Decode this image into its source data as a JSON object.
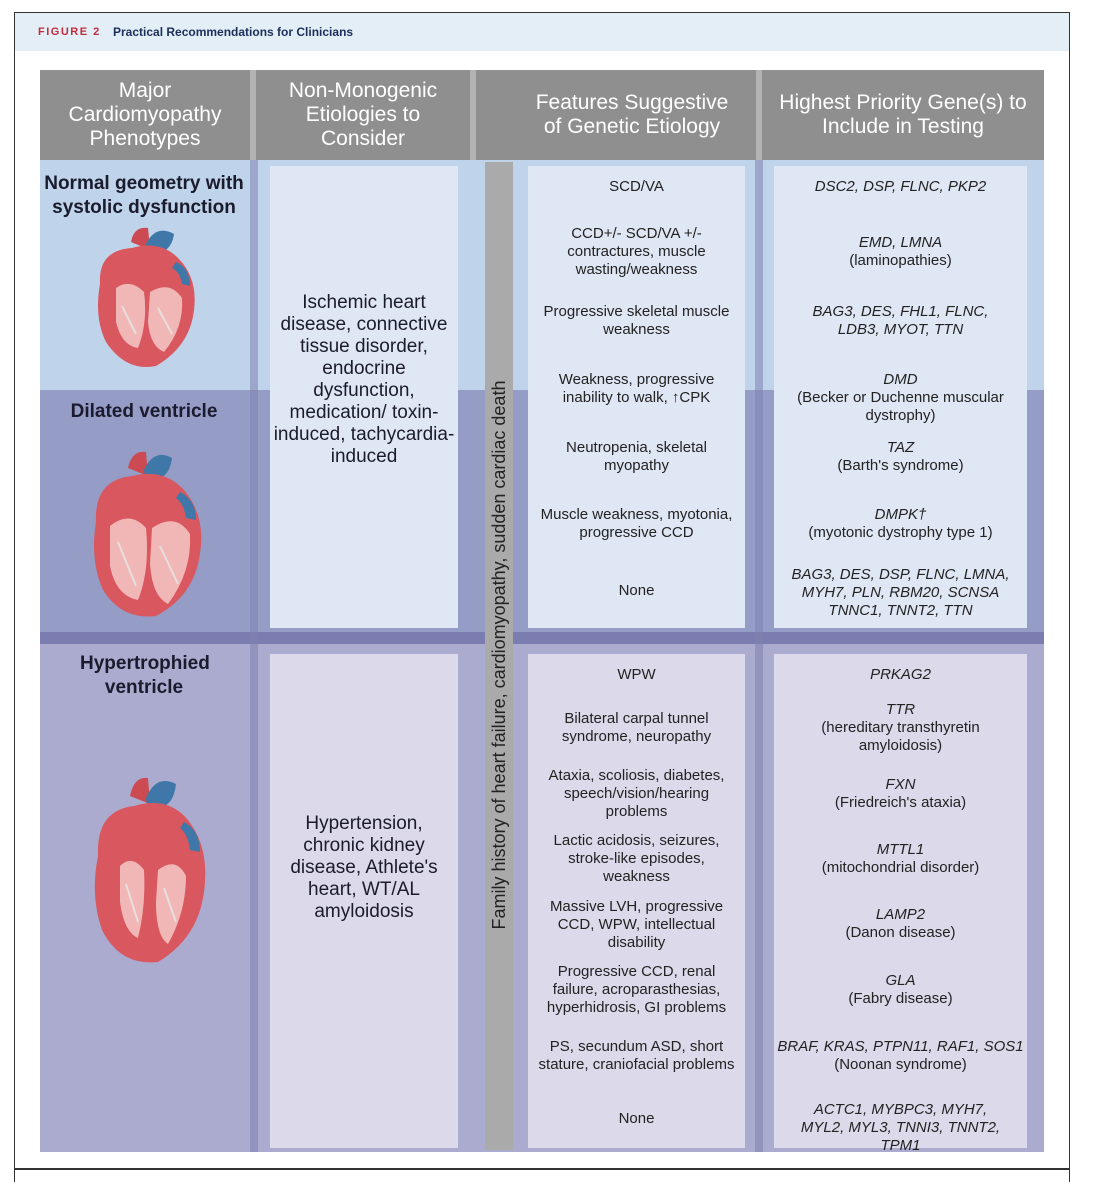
{
  "figure": {
    "label": "FIGURE 2",
    "title": "Practical Recommendations for Clinicians"
  },
  "headers": [
    "Major Cardiomyopathy Phenotypes",
    "Non-Monogenic Etiologies to Consider",
    "Features Suggestive of Genetic Etiology",
    "Highest Priority Gene(s) to Include in Testing"
  ],
  "phenotypes": {
    "normal": "Normal geometry with systolic dysfunction",
    "dilated": "Dilated ventricle",
    "hypertrophied": "Hypertrophied ventricle"
  },
  "etiologies": {
    "dilated": "Ischemic heart disease, connective tissue disorder, endocrine dysfunction, medication/ toxin-induced, tachycardia-induced",
    "hypertrophied": "Hypertension, chronic kidney disease, Athlete's heart, WT/AL amyloidosis"
  },
  "family_history": "Family history of heart failure, cardiomyopathy, sudden cardiac death",
  "rows_dilated": [
    {
      "feature": "SCD/VA",
      "genes": "DSC2, DSP, FLNC, PKP2",
      "disease": ""
    },
    {
      "feature": "CCD+/- SCD/VA +/- contractures, muscle wasting/weakness",
      "genes": "EMD, LMNA",
      "disease": "(laminopathies)"
    },
    {
      "feature": "Progressive skeletal muscle weakness",
      "genes": "BAG3, DES, FHL1, FLNC, LDB3, MYOT, TTN",
      "disease": ""
    },
    {
      "feature": "Weakness, progressive inability to walk, ↑CPK",
      "genes": "DMD",
      "disease": "(Becker or Duchenne muscular dystrophy)"
    },
    {
      "feature": "Neutropenia, skeletal myopathy",
      "genes": "TAZ",
      "disease": "(Barth's syndrome)"
    },
    {
      "feature": "Muscle weakness, myotonia, progressive CCD",
      "genes": "DMPK†",
      "disease": "(myotonic dystrophy type 1)"
    },
    {
      "feature": "None",
      "genes": "BAG3, DES, DSP, FLNC, LMNA, MYH7, PLN, RBM20, SCNSA TNNC1, TNNT2, TTN",
      "disease": ""
    }
  ],
  "rows_hypertrophied": [
    {
      "feature": "WPW",
      "genes": "PRKAG2",
      "disease": ""
    },
    {
      "feature": "Bilateral carpal tunnel syndrome, neuropathy",
      "genes": "TTR",
      "disease": "(hereditary transthyretin amyloidosis)"
    },
    {
      "feature": "Ataxia, scoliosis, diabetes, speech/vision/hearing problems",
      "genes": "FXN",
      "disease": "(Friedreich's ataxia)"
    },
    {
      "feature": "Lactic acidosis, seizures, stroke-like episodes, weakness",
      "genes": "MTTL1",
      "disease": "(mitochondrial disorder)"
    },
    {
      "feature": "Massive LVH, progressive CCD, WPW, intellectual disability",
      "genes": "LAMP2",
      "disease": "(Danon disease)"
    },
    {
      "feature": "Progressive CCD, renal failure, acroparasthesias, hyperhidrosis, GI problems",
      "genes": "GLA",
      "disease": "(Fabry disease)"
    },
    {
      "feature": "PS, secundum ASD, short stature, craniofacial problems",
      "genes": "BRAF, KRAS, PTPN11, RAF1, SOS1",
      "disease": "(Noonan syndrome)"
    },
    {
      "feature": "None",
      "genes": "ACTC1, MYBPC3, MYH7, MYL2, MYL3, TNNI3, TNNT2, TPM1",
      "disease": ""
    }
  ],
  "colors": {
    "header_gray": "#8f8f8f",
    "band_light_blue": "#bfd3ea",
    "band_dilated": "#959cc6",
    "band_hypertrophied": "#ababcf",
    "figure_label_red": "#c42a3a",
    "figure_title_navy": "#1b2f5a"
  },
  "icons": [
    "normal-heart-illustration",
    "dilated-heart-illustration",
    "hypertrophied-heart-illustration"
  ]
}
